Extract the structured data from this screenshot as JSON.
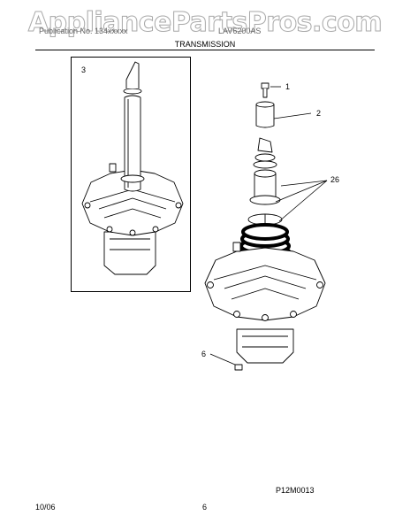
{
  "watermark": "AppliancePartsPros.com",
  "header": {
    "left": "Publication No. 134xxxxx",
    "right": "LAV6200AS"
  },
  "section_title": "TRANSMISSION",
  "callouts": {
    "c3": "3",
    "c1": "1",
    "c2": "2",
    "c26": "26",
    "c6": "6"
  },
  "figure_code": "P12M0013",
  "footer": {
    "date": "10/06",
    "page": "6"
  }
}
